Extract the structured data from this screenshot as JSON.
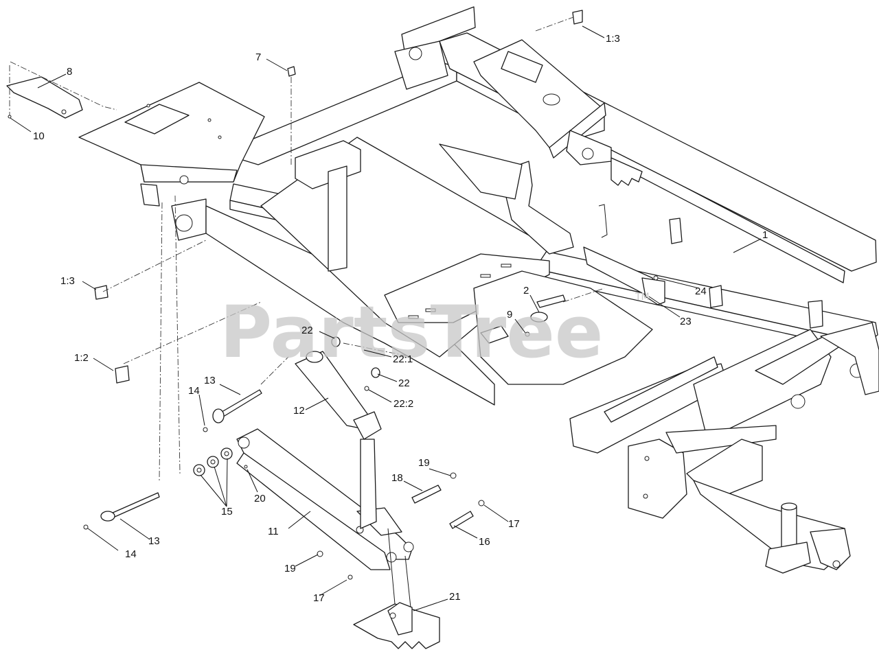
{
  "watermark": {
    "text": "PartsTree",
    "mark": "TM"
  },
  "callouts": [
    {
      "id": "c1",
      "label": "1"
    },
    {
      "id": "c1-3-top",
      "label": "1:3"
    },
    {
      "id": "c1-3-left",
      "label": "1:3"
    },
    {
      "id": "c1-2",
      "label": "1:2"
    },
    {
      "id": "c2",
      "label": "2"
    },
    {
      "id": "c7",
      "label": "7"
    },
    {
      "id": "c8",
      "label": "8"
    },
    {
      "id": "c9",
      "label": "9"
    },
    {
      "id": "c10",
      "label": "10"
    },
    {
      "id": "c11",
      "label": "11"
    },
    {
      "id": "c12",
      "label": "12"
    },
    {
      "id": "c13-a",
      "label": "13"
    },
    {
      "id": "c13-b",
      "label": "13"
    },
    {
      "id": "c14-a",
      "label": "14"
    },
    {
      "id": "c14-b",
      "label": "14"
    },
    {
      "id": "c15",
      "label": "15"
    },
    {
      "id": "c16",
      "label": "16"
    },
    {
      "id": "c17-a",
      "label": "17"
    },
    {
      "id": "c17-b",
      "label": "17"
    },
    {
      "id": "c18",
      "label": "18"
    },
    {
      "id": "c19-a",
      "label": "19"
    },
    {
      "id": "c19-b",
      "label": "19"
    },
    {
      "id": "c20",
      "label": "20"
    },
    {
      "id": "c21",
      "label": "21"
    },
    {
      "id": "c22-a",
      "label": "22"
    },
    {
      "id": "c22-b",
      "label": "22"
    },
    {
      "id": "c22-1",
      "label": "22:1"
    },
    {
      "id": "c22-2",
      "label": "22:2"
    },
    {
      "id": "c23",
      "label": "23"
    },
    {
      "id": "c24",
      "label": "24"
    }
  ]
}
